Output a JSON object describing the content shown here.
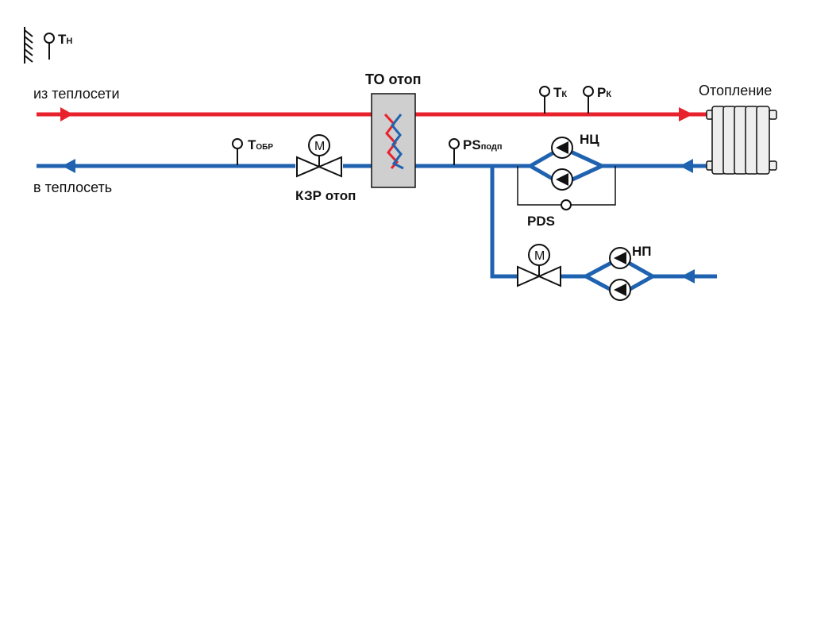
{
  "colors": {
    "supply": "#e8222c",
    "return": "#1f63b0",
    "line": "#111111",
    "exchanger_fill": "#cfcfcf",
    "radiator_fill": "#eeeeee"
  },
  "labels": {
    "outdoor_temp_main": "T",
    "outdoor_temp_sub": "Н",
    "from_network": "из теплосети",
    "to_network": "в теплосеть",
    "heat_exchanger": "ТО отоп",
    "heating": "Отопление",
    "t_k_main": "T",
    "t_k_sub": "К",
    "p_k_main": "P",
    "p_k_sub": "К",
    "t_return_main": "T",
    "t_return_sub": "ОБР",
    "valve_motor": "M",
    "valve_heating": "КЗР отоп",
    "ps_main": "PS",
    "ps_sub": "подп",
    "circ_pumps": "НЦ",
    "pds": "PDS",
    "makeup_pumps": "НП",
    "makeup_valve_motor": "M"
  },
  "icons": [
    "wall-hatch-icon",
    "sensor-icon",
    "motor-valve-icon",
    "pump-icon",
    "radiator-icon",
    "heat-exchanger-icon",
    "flow-arrow-icon"
  ]
}
